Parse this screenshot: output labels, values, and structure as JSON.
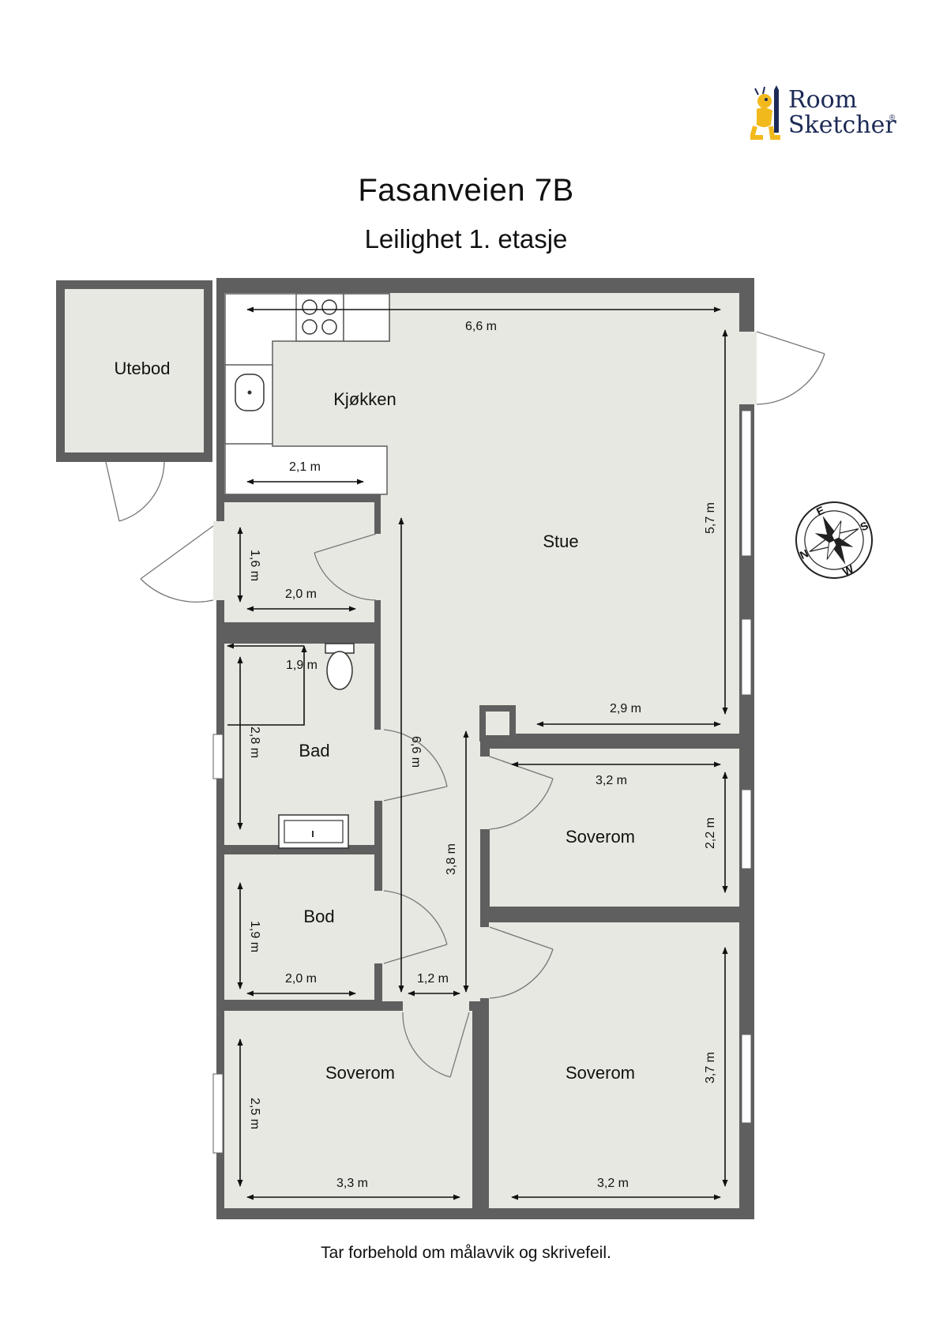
{
  "header": {
    "title": "Fasanveien 7B",
    "subtitle": "Leilighet 1. etasje"
  },
  "logo": {
    "line1": "Room",
    "line2": "Sketcher",
    "mark": "®"
  },
  "footer": {
    "note": "Tar forbehold om målavvik og skrivefeil."
  },
  "rooms": {
    "utebod": "Utebod",
    "kjokken": "Kjøkken",
    "stue": "Stue",
    "bad": "Bad",
    "bod": "Bod",
    "soverom_right_top": "Soverom",
    "soverom_bottom_left": "Soverom",
    "soverom_bottom_right": "Soverom"
  },
  "dimensions": {
    "d_6_6_top": "6,6 m",
    "d_5_7": "5,7 m",
    "d_2_1": "2,1 m",
    "d_1_6": "1,6 m",
    "d_2_0_entry": "2,0 m",
    "d_1_9_bad": "1,9 m",
    "d_2_8": "2,8 m",
    "d_6_6_vertical": "6,6 m",
    "d_2_9": "2,9 m",
    "d_3_2_top": "3,2 m",
    "d_2_2": "2,2 m",
    "d_3_8": "3,8 m",
    "d_1_9_bod": "1,9 m",
    "d_2_0_bod": "2,0 m",
    "d_1_2": "1,2 m",
    "d_2_5": "2,5 m",
    "d_3_3": "3,3 m",
    "d_3_7": "3,7 m",
    "d_3_2_bottom": "3,2 m"
  },
  "compass": {
    "n": "N",
    "e": "E",
    "s": "S",
    "w": "W"
  },
  "colors": {
    "wall": "#5f5f60",
    "floor": "#e7e8e1",
    "window": "#ffffff",
    "line": "#111111",
    "logo_text": "#1c2a55",
    "logo_figure": "#f2b91c"
  }
}
